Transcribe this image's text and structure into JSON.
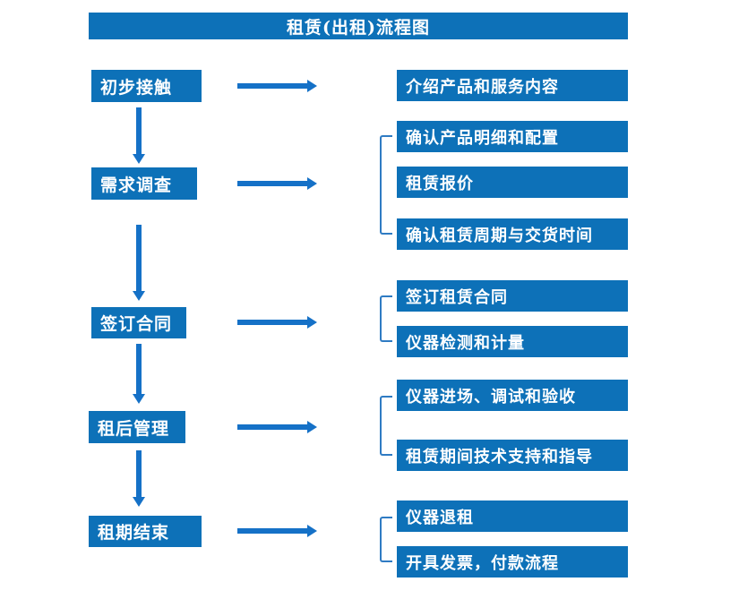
{
  "title": "租赁(出租)流程图",
  "colors": {
    "box_fill": "#0d71b8",
    "arrow": "#1571c7",
    "bracket": "#2f7bc3",
    "text": "#ffffff",
    "background": "#ffffff"
  },
  "diagram_type": "flowchart",
  "steps": [
    {
      "label": "初步接触",
      "outputs": [
        "介绍产品和服务内容"
      ]
    },
    {
      "label": "需求调查",
      "outputs": [
        "确认产品明细和配置",
        "租赁报价",
        "确认租赁周期与交货时间"
      ]
    },
    {
      "label": "签订合同",
      "outputs": [
        "签订租赁合同",
        "仪器检测和计量"
      ]
    },
    {
      "label": "租后管理",
      "outputs": [
        "仪器进场、调试和验收",
        "租赁期间技术支持和指导"
      ]
    },
    {
      "label": "租期结束",
      "outputs": [
        "仪器退租",
        "开具发票，付款流程"
      ]
    }
  ]
}
